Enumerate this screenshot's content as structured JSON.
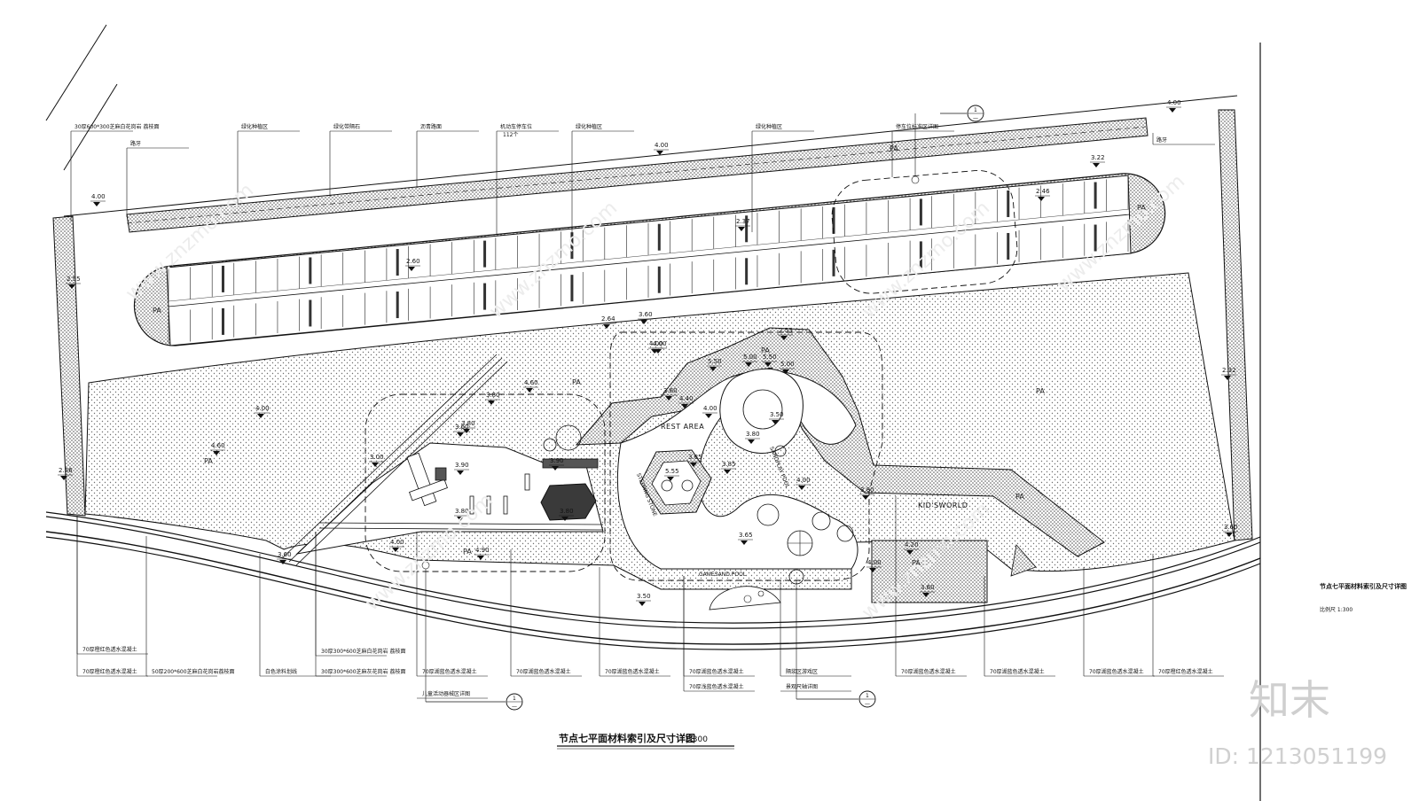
{
  "drawing": {
    "title": "节点七平面材料索引及尺寸详图",
    "scale": "1:300",
    "sheet_title": "节点七平面材料索引及尺寸详图",
    "sheet_ratio": "比例尺 1:300"
  },
  "watermark": {
    "logo_text": "知末",
    "id_text": "ID: 1213051199",
    "site_text": "www.znzmo.com"
  },
  "top_labels": [
    {
      "text": "30厚600*300芝麻白花岗岩 荔枝面"
    },
    {
      "text": "路牙"
    },
    {
      "text": "绿化种植区"
    },
    {
      "text": "绿化带隔石"
    },
    {
      "text": "沥青路面"
    },
    {
      "text": "机动车停车位"
    },
    {
      "text": "112个"
    },
    {
      "text": "绿化种植区"
    },
    {
      "text": "绿化种植区"
    },
    {
      "text": "停车位标准区详图"
    },
    {
      "text": "路牙"
    }
  ],
  "bottom_labels": [
    {
      "text": "70厚橙红色透水混凝土"
    },
    {
      "text": "70厚橙红色透水混凝土"
    },
    {
      "text": "50厚200*600芝麻白花岗岩荔枝面"
    },
    {
      "text": "白色涂料划线"
    },
    {
      "text": "30厚300*600芝麻白花岗岩 荔枝面"
    },
    {
      "text": "30厚300*600芝麻灰花岗岩 荔枝面"
    },
    {
      "text": "70厚湖蓝色透水混凝土"
    },
    {
      "text": "儿童活动器械区详图"
    },
    {
      "text": "70厚湖蓝色透水混凝土"
    },
    {
      "text": "70厚湖蓝色透水混凝土"
    },
    {
      "text": "70厚湖蓝色透水混凝土"
    },
    {
      "text": "70厚浅蓝色透水混凝土"
    },
    {
      "text": "隔浆区游戏区"
    },
    {
      "text": "景观尺轴详图"
    },
    {
      "text": "70厚湖蓝色透水混凝土"
    },
    {
      "text": "70厚湖蓝色透水混凝土"
    },
    {
      "text": "70厚湖蓝色透水混凝土"
    },
    {
      "text": "70厚橙红色透水混凝土"
    }
  ],
  "elevations": [
    "4.00",
    "4.00",
    "4.00",
    "3.22",
    "2.46",
    "2.37",
    "2.60",
    "2.55",
    "2.64",
    "3.60",
    "4.00",
    "2.32",
    "2.56",
    "3.00",
    "4.60",
    "3.60",
    "4.00",
    "4.60",
    "3.80",
    "3.80",
    "3.90",
    "3.90",
    "3.80",
    "3.80",
    "4.00",
    "4.90",
    "3.60",
    "4.00",
    "2.53",
    "5.50",
    "5.00",
    "5.50",
    "5.00",
    "3.60",
    "4.40",
    "4.00",
    "3.50",
    "3.80",
    "5.55",
    "3.85",
    "3.85",
    "4.00",
    "3.80",
    "3.65",
    "4.20",
    "4.00",
    "3.60",
    "3.50",
    "3.60"
  ],
  "zone_labels": {
    "rest_area": "REST AREA",
    "kids_world": "KID'SWORLD",
    "sandplay": "SANDPLAY POOL",
    "gamesand": "GAMESAND POOL",
    "stepping": "STEPPING STONE"
  },
  "pa_label": "PA",
  "index_marks": [
    "1",
    "1",
    "1",
    "1"
  ],
  "index_sub": "—",
  "colors": {
    "line": "#111111",
    "hatch": "#9a9a9a",
    "watermark": "#d0d0d0"
  }
}
